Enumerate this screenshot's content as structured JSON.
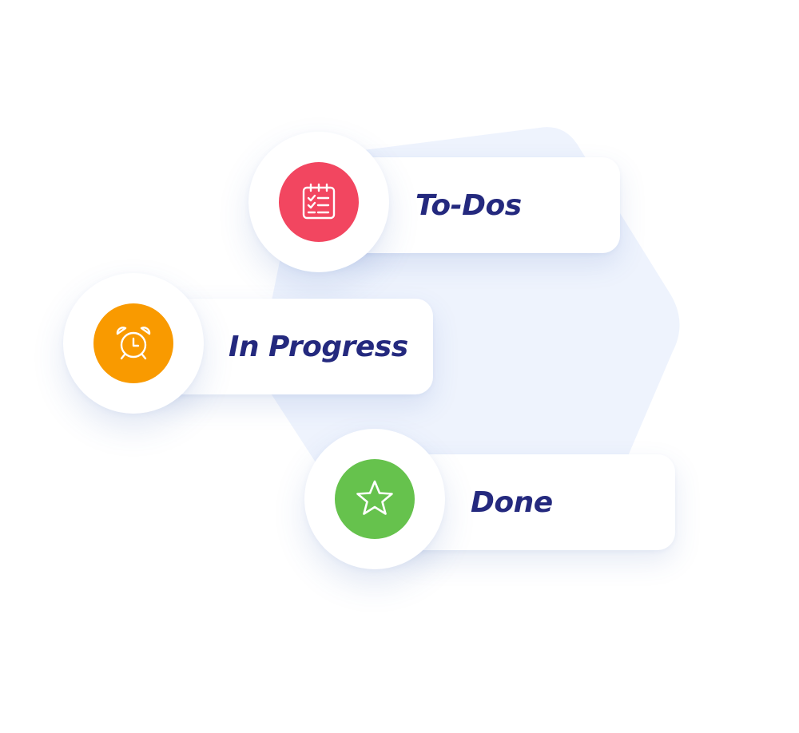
{
  "colors": {
    "text": "#24297e",
    "hexagon": "#eef3fd",
    "card": "#ffffff"
  },
  "stages": [
    {
      "id": "todo",
      "label": "To-Dos",
      "icon": "calendar-checklist-icon",
      "color": "#f24660"
    },
    {
      "id": "progress",
      "label": "In Progress",
      "icon": "alarm-clock-icon",
      "color": "#f99a00"
    },
    {
      "id": "done",
      "label": "Done",
      "icon": "star-icon",
      "color": "#66c24d"
    }
  ]
}
